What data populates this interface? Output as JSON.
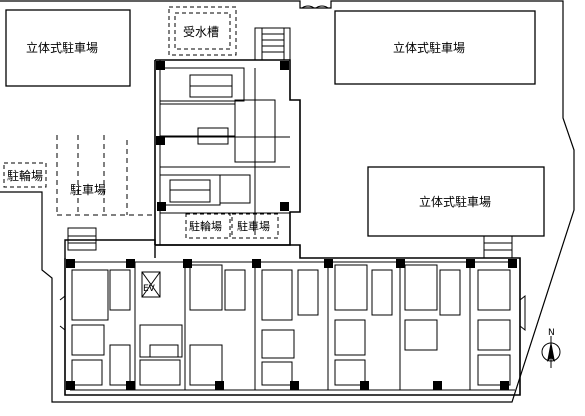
{
  "labels": {
    "parking_tower_left": "立体式駐車場",
    "parking_tower_top_right": "立体式駐車場",
    "parking_tower_mid_right": "立体式駐車場",
    "water_tank": "受水槽",
    "bicycle_parking_left": "駐輪場",
    "parking_lot_center": "駐車場",
    "bicycle_parking_center": "駐輪場",
    "parking_lot_small": "駐車場",
    "elevator": "EV",
    "north_mark": "N"
  }
}
